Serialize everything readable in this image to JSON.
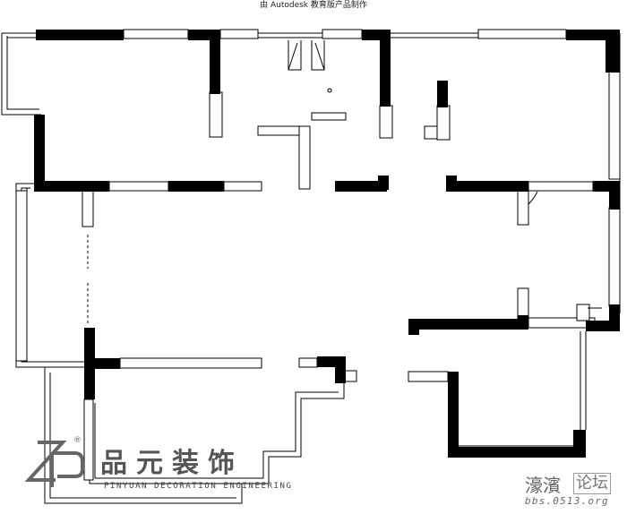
{
  "header": {
    "caption": "由 Autodesk 教育版产品制作"
  },
  "watermark": {
    "logo": {
      "letters": "ZP",
      "mark": "®"
    },
    "brand_cn": "品元装饰",
    "brand_en": "PINYUAN DECORATION ENGINEERING"
  },
  "forum": {
    "name": "濠濱",
    "boxed": "论坛",
    "url": "bbs.0513.org"
  },
  "colors": {
    "wall": "#000000",
    "line": "#000000",
    "background": "#ffffff",
    "watermark": "#555555"
  }
}
